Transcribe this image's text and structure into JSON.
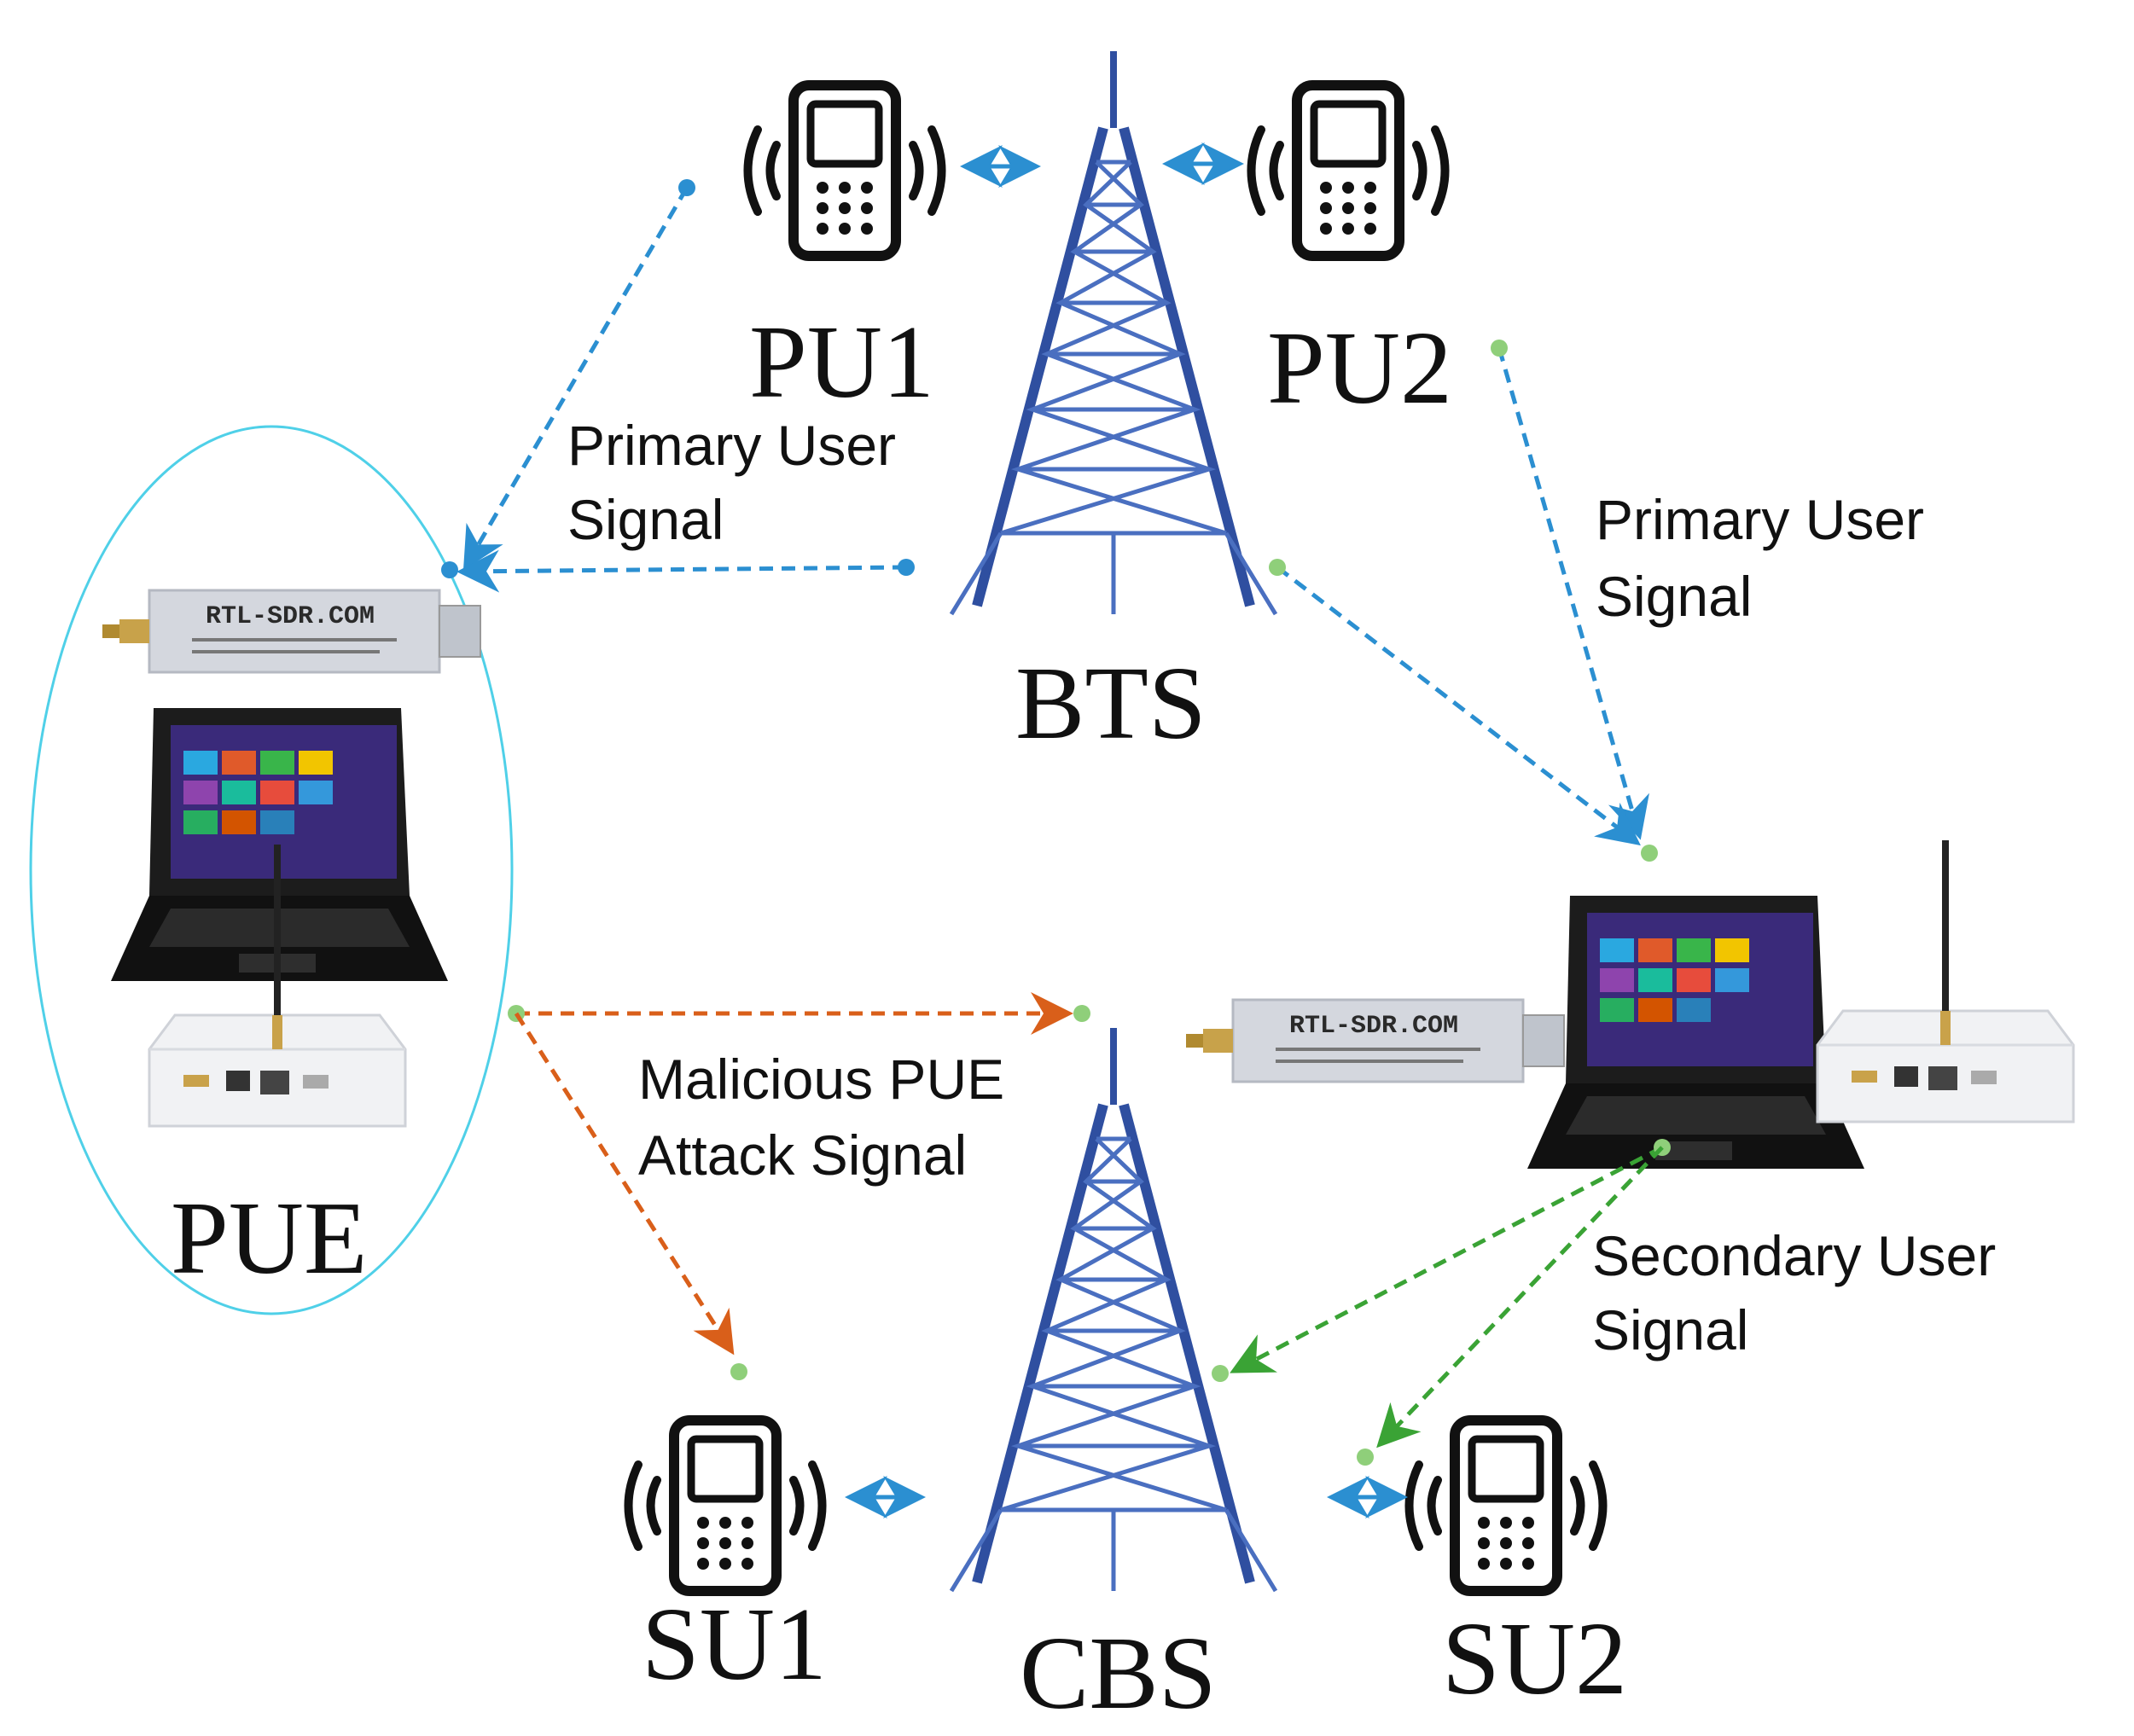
{
  "nodes": {
    "pu1": "PU1",
    "pu2": "PU2",
    "bts": "BTS",
    "pue": "PUE",
    "su1": "SU1",
    "su2": "SU2",
    "cbs": "CBS"
  },
  "signals": {
    "primary_left": [
      "Primary User",
      "Signal"
    ],
    "primary_right": [
      "Primary User",
      "Signal"
    ],
    "malicious": [
      "Malicious PUE",
      "Attack Signal"
    ],
    "secondary": [
      "Secondary User",
      "Signal"
    ]
  },
  "device_labels": {
    "sdr_dongle": "RTL-SDR.COM"
  },
  "colors": {
    "primary_signal": "#2b8fd1",
    "secondary_signal": "#3aa335",
    "malicious_signal": "#d95f1a",
    "tower": "#2f4fa0",
    "pue_ellipse": "#4fd0e8",
    "endpoint": "#8fcf7a"
  },
  "icons": [
    "mobile-phone-icon",
    "tower-icon",
    "laptop-icon",
    "usb-sdr-dongle-icon",
    "sdr-receiver-box-icon"
  ]
}
